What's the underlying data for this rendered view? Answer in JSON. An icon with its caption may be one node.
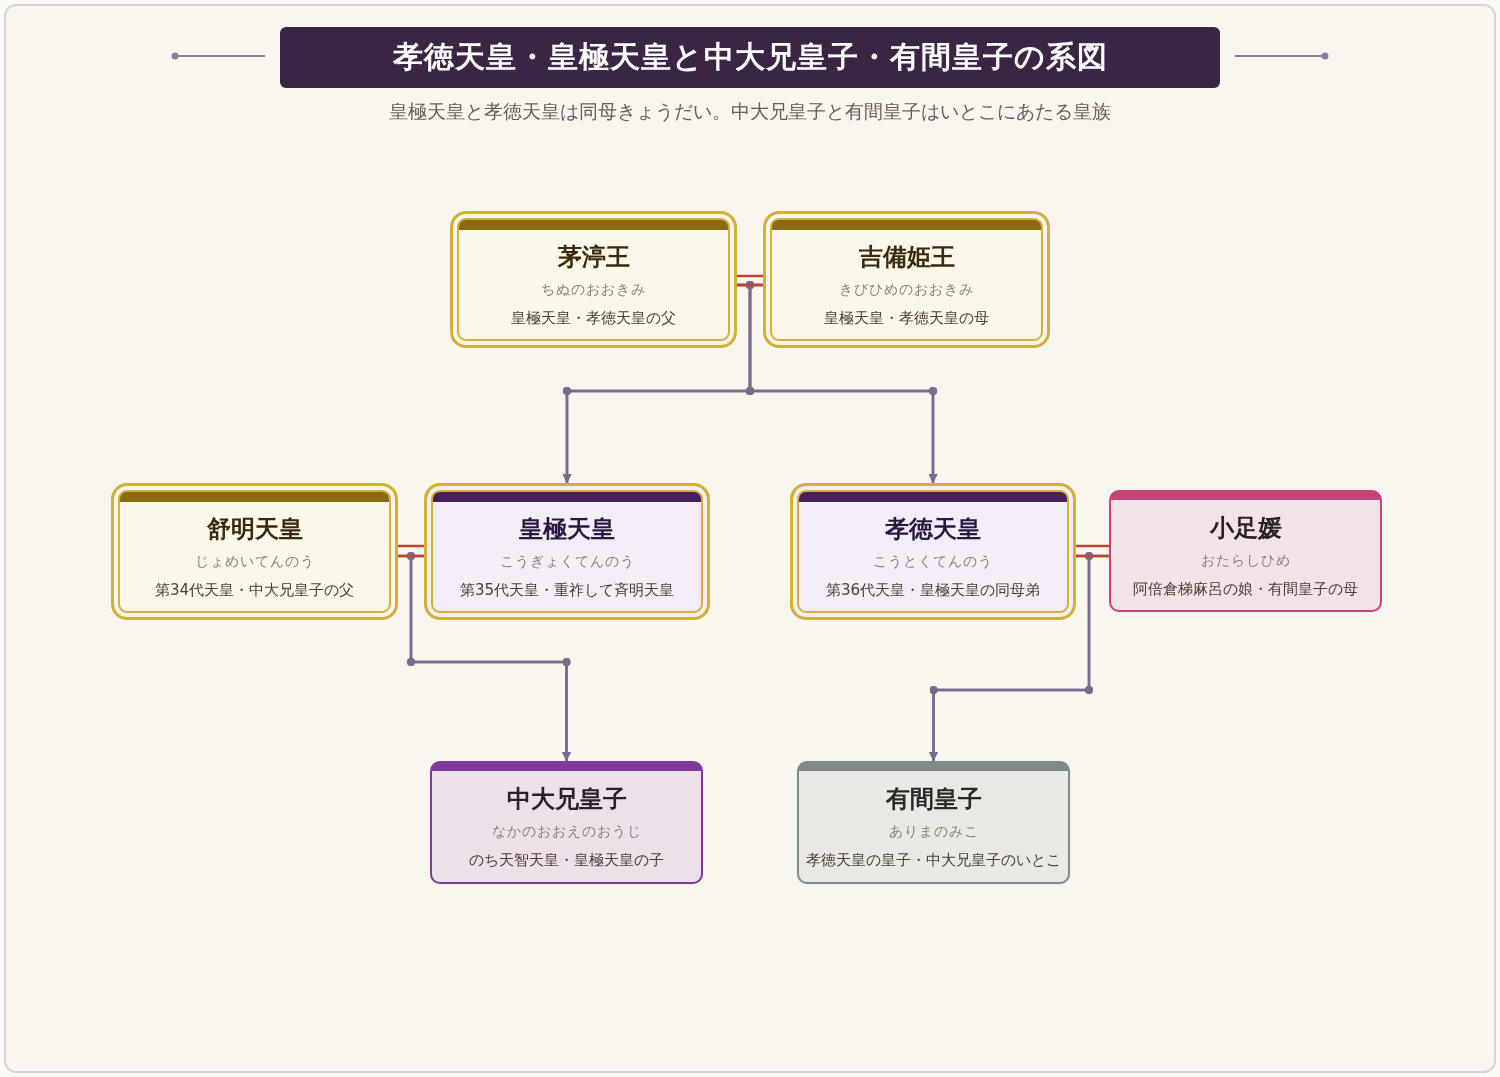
{
  "diagram": {
    "title": "孝徳天皇・皇極天皇と中大兄皇子・有間皇子の系図",
    "caption": "皇極天皇と孝徳天皇は同母きょうだい。中大兄皇子と有間皇子はいとこにあたる皇族",
    "nodes": [
      {
        "text": [
          "茅渟王",
          "ちぬのおおきみ",
          "皇極天皇・孝徳天皇の父"
        ]
      },
      {
        "text": [
          "吉備姫王",
          "きびひめのおおきみ",
          "皇極天皇・孝徳天皇の母"
        ]
      },
      {
        "text": [
          "舒明天皇",
          "じょめいてんのう",
          "第34代天皇・中大兄皇子の父"
        ]
      },
      {
        "text": [
          "皇極天皇",
          "こうぎょくてんのう",
          "第35代天皇・重祚して斉明天皇"
        ]
      },
      {
        "text": [
          "孝徳天皇",
          "こうとくてんのう",
          "第36代天皇・皇極天皇の同母弟"
        ]
      },
      {
        "text": [
          "小足媛",
          "おたらしひめ",
          "阿倍倉梯麻呂の娘・有間皇子の母"
        ]
      },
      {
        "text": [
          "中大兄皇子",
          "なかのおおえのおうじ",
          "のち天智天皇・皇極天皇の子"
        ]
      },
      {
        "text": [
          "有間皇子",
          "ありまのみこ",
          "孝徳天皇の皇子・中大兄皇子のいとこ"
        ]
      }
    ],
    "edges": [
      {
        "from": 0,
        "to": 1,
        "arrow": "none",
        "color": "#c0452e"
      },
      {
        "from": 0,
        "to": 3,
        "arrow": "to"
      },
      {
        "from": 1,
        "to": 3,
        "arrow": "to"
      },
      {
        "from": 0,
        "to": 4,
        "arrow": "to"
      },
      {
        "from": 1,
        "to": 4,
        "arrow": "to"
      },
      {
        "from": 2,
        "to": 3,
        "arrow": "none",
        "color": "#c0452e"
      },
      {
        "from": 2,
        "to": 6,
        "arrow": "to"
      },
      {
        "from": 3,
        "to": 6,
        "arrow": "to"
      },
      {
        "from": 4,
        "to": 5,
        "arrow": "none",
        "color": "#c0452e"
      },
      {
        "from": 4,
        "to": 7,
        "arrow": "to"
      },
      {
        "from": 5,
        "to": 7,
        "arrow": "to"
      }
    ]
  }
}
